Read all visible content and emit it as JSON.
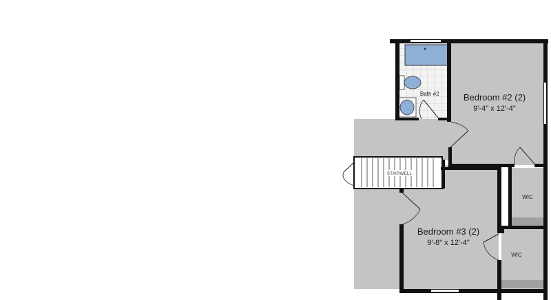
{
  "colors": {
    "floor": "#c3c4c6",
    "wall": "#111111",
    "tile_bg": "#f3f3f3",
    "tile_grid": "#c9c9c9",
    "fixture": "#8fb0d6",
    "closet": "#b5b6b8",
    "background": "#ffffff"
  },
  "rooms": {
    "bedroom2": {
      "name": "Bedroom #2 (2)",
      "dims": "9'-4\" x 12'-4\""
    },
    "bedroom3": {
      "name": "Bedroom #3 (2)",
      "dims": "9'-8\" x 12'-4\""
    },
    "bath2": {
      "name": "Bath #2"
    },
    "wic_upper": {
      "name": "WIC"
    },
    "wic_lower": {
      "name": "WIC"
    },
    "stairwell": {
      "name": "STAIRWELL"
    }
  }
}
